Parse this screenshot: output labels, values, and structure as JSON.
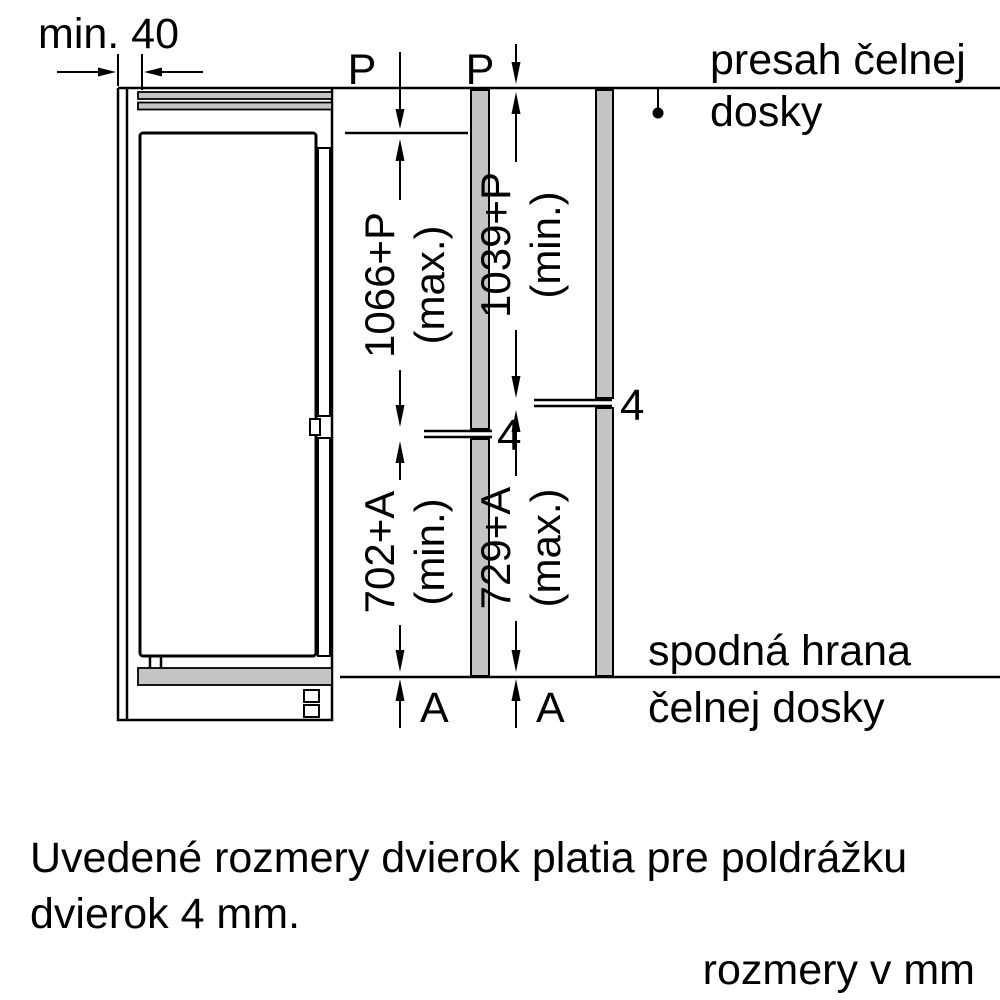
{
  "diagram": {
    "top_left_dimension": "min. 40",
    "overhang_label": {
      "line1": "presah čelnej",
      "line2": "dosky"
    },
    "bottom_edge_label": {
      "line1": "spodná hrana",
      "line2": "čelnej dosky"
    },
    "p_label_left": "P",
    "p_label_right": "P",
    "a_label_left": "A",
    "a_label_right": "A",
    "gap_left": "4",
    "gap_right": "4",
    "dim_upper_left": {
      "value": "1066+P",
      "qualifier": "(max.)"
    },
    "dim_upper_right": {
      "value": "1039+P",
      "qualifier": "(min.)"
    },
    "dim_lower_left": {
      "value": "702+A",
      "qualifier": "(min.)"
    },
    "dim_lower_right": {
      "value": "729+A",
      "qualifier": "(max.)"
    }
  },
  "notes": {
    "body_line1": "Uvedené rozmery dvierok platia pre poldrážku",
    "body_line2": "dvierok 4 mm.",
    "units": "rozmery v mm"
  }
}
